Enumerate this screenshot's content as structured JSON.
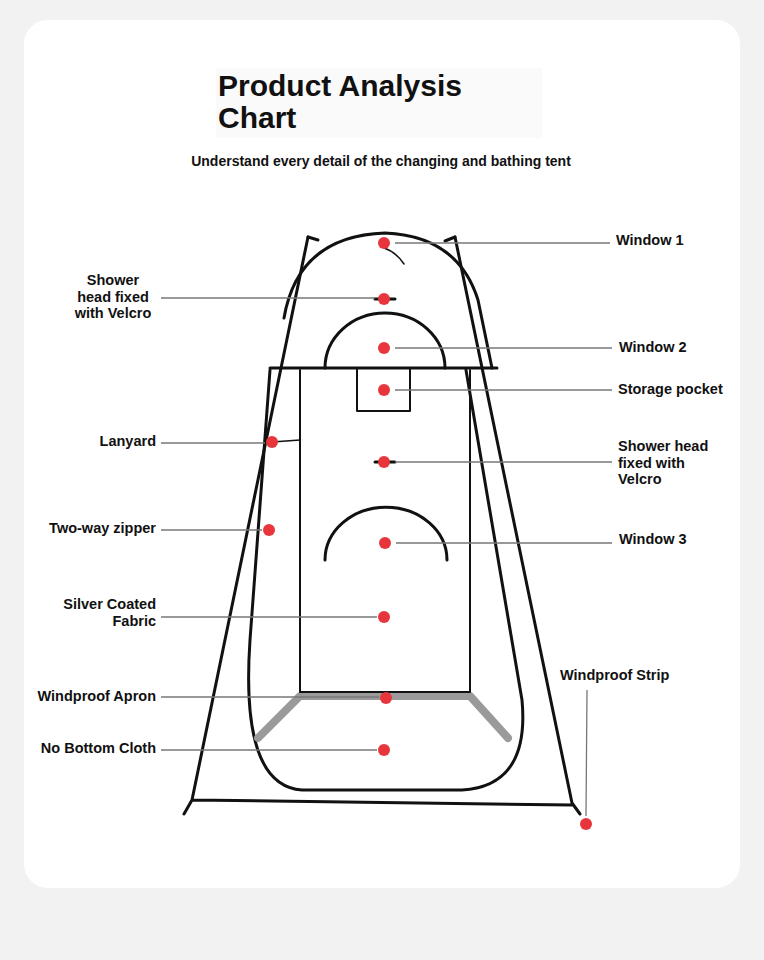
{
  "diagram": {
    "title": "Product Analysis Chart",
    "caption": "Understand every detail of the changing and bathing tent",
    "labels": [
      "Window 1",
      "Shower head fixed with Velcro",
      "Window 2",
      "Storage pocket",
      "Lanyard",
      "Shower head fixed with Velcro",
      "Two-way zipper",
      "Window 3",
      "Silver Coated Fabric",
      "Windproof Apron",
      "No Bottom Cloth",
      "Windproof Strip"
    ]
  }
}
